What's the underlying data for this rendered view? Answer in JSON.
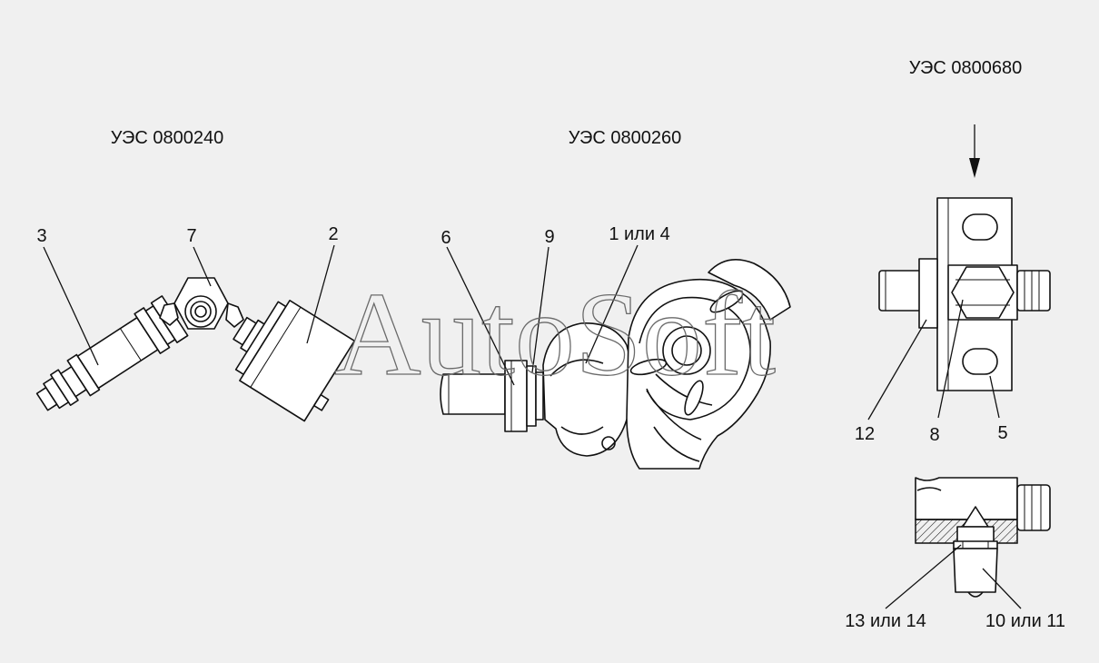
{
  "titles": {
    "assembly_1": "УЭС 0800240",
    "assembly_2": "УЭС 0800260",
    "assembly_3": "УЭС 0800680"
  },
  "callouts": {
    "c3": "3",
    "c7": "7",
    "c2": "2",
    "c6": "6",
    "c9": "9",
    "c1_4": "1 или 4",
    "c12": "12",
    "c8": "8",
    "c5": "5",
    "c13_14": "13 или 14",
    "c10_11": "10 или 11"
  },
  "watermark": "AutoSoft"
}
